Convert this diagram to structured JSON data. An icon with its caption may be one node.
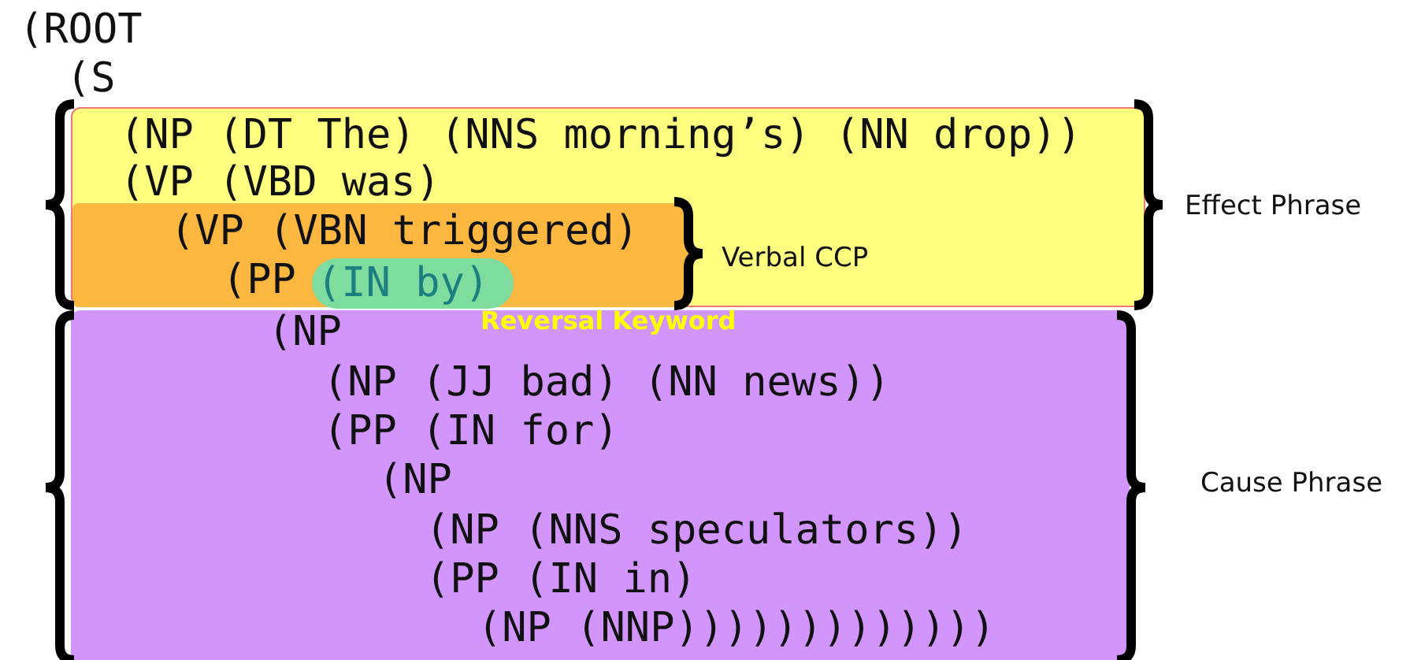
{
  "diagram": {
    "nodes": [
      {
        "text": [
          "(NP (DT The) (NNS morning’s) (NN drop))",
          "(VP (VBD was)"
        ],
        "beside": [
          "Effect Phrase"
        ]
      },
      {
        "text": [
          "(VP (VBN triggered)",
          "(PP"
        ],
        "in": 0,
        "beside": [
          "Verbal CCP"
        ]
      },
      {
        "text": [
          "(IN by)"
        ],
        "in": 1,
        "beside": [
          "Reversal Keyword"
        ]
      },
      {
        "text": [
          "(NP",
          "(NP (JJ bad) (NN news))",
          "(PP (IN for)",
          "(NP",
          "(NP (NNS speculators))",
          "(PP (IN in)",
          "(NP (NNP)))))))))))))"
        ],
        "beside": [
          "Cause Phrase"
        ]
      }
    ],
    "edges": [],
    "labels": [
      "(ROOT",
      "(S"
    ]
  }
}
